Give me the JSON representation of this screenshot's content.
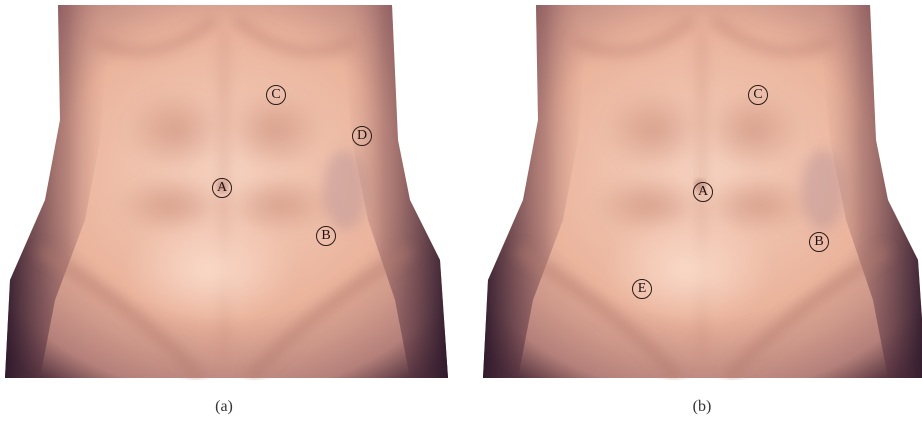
{
  "panels": [
    {
      "caption": "(a)",
      "markers": [
        {
          "label": "A"
        },
        {
          "label": "B"
        },
        {
          "label": "C"
        },
        {
          "label": "D"
        }
      ]
    },
    {
      "caption": "(b)",
      "markers": [
        {
          "label": "A"
        },
        {
          "label": "B"
        },
        {
          "label": "C"
        },
        {
          "label": "E"
        }
      ]
    }
  ],
  "colors": {
    "skin_light": "#f2c8b4",
    "skin_mid": "#e3a690",
    "skin_shadow": "#c98c7c",
    "edge_dark": "#3a2030",
    "marker_ink": "#1e1210"
  }
}
